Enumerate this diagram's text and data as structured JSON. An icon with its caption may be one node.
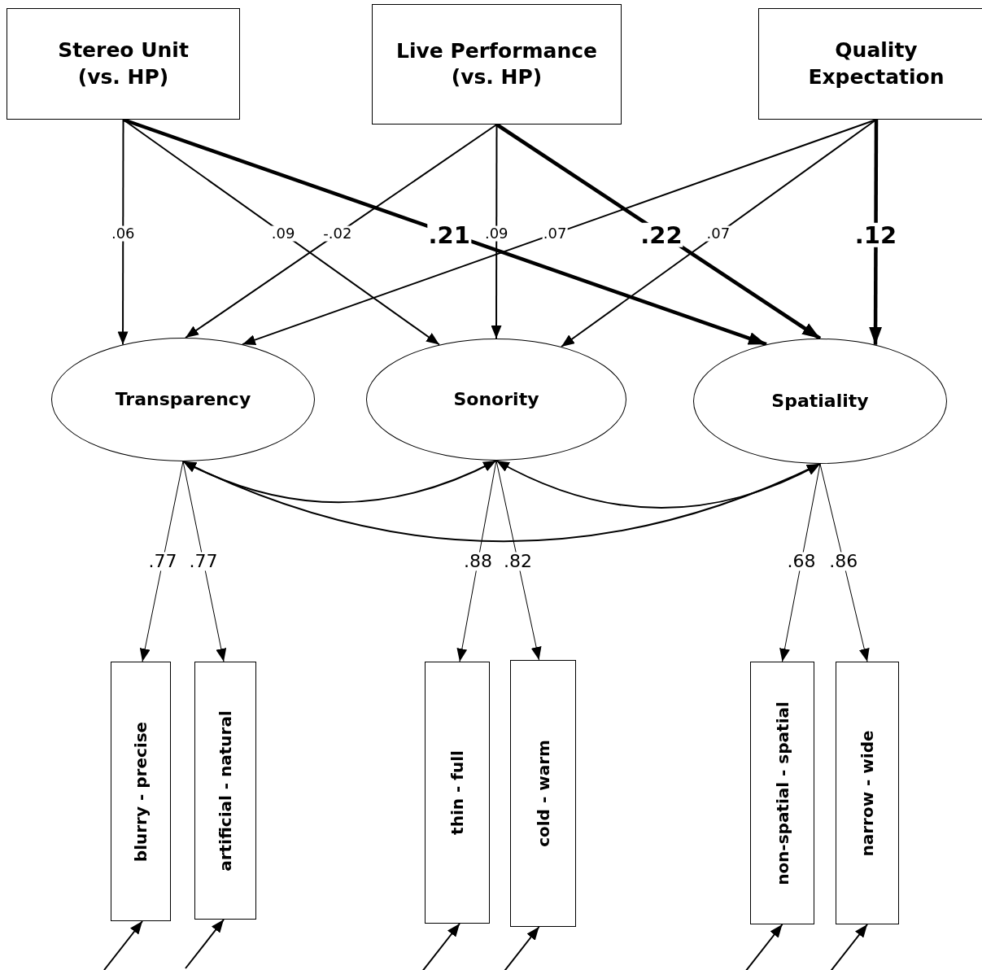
{
  "diagram": {
    "nodes": [
      {
        "text": [
          "Stereo Unit (vs. HP)"
        ]
      },
      {
        "text": [
          "Live Performance (vs. HP)"
        ]
      },
      {
        "text": [
          "Quality Expectation"
        ]
      },
      {
        "text": [
          "Transparency"
        ]
      },
      {
        "text": [
          "Sonority"
        ]
      },
      {
        "text": [
          "Spatiality"
        ]
      },
      {
        "text": [
          "blurry - precise"
        ]
      },
      {
        "text": [
          "artificial - natural"
        ]
      },
      {
        "text": [
          "thin - full"
        ]
      },
      {
        "text": [
          "cold - warm"
        ]
      },
      {
        "text": [
          "non-spatial - spatial"
        ]
      },
      {
        "text": [
          "narrow - wide"
        ]
      }
    ],
    "edges": [
      {
        "from": 0,
        "to": 3,
        "arrow": "to",
        "label": ".06"
      },
      {
        "from": 0,
        "to": 4,
        "arrow": "to",
        "label": ".09"
      },
      {
        "from": 0,
        "to": 5,
        "arrow": "to",
        "label": ".21",
        "style": "thick"
      },
      {
        "from": 1,
        "to": 3,
        "arrow": "to",
        "label": "-.02"
      },
      {
        "from": 1,
        "to": 4,
        "arrow": "to",
        "label": ".09"
      },
      {
        "from": 1,
        "to": 5,
        "arrow": "to",
        "label": ".22",
        "style": "thick"
      },
      {
        "from": 2,
        "to": 3,
        "arrow": "to",
        "label": ".07"
      },
      {
        "from": 2,
        "to": 4,
        "arrow": "to",
        "label": ".07"
      },
      {
        "from": 2,
        "to": 5,
        "arrow": "to",
        "label": ".12",
        "style": "thick"
      },
      {
        "from": 3,
        "to": 4,
        "arrow": "both"
      },
      {
        "from": 4,
        "to": 5,
        "arrow": "both"
      },
      {
        "from": 3,
        "to": 5,
        "arrow": "both"
      },
      {
        "from": 3,
        "to": 6,
        "arrow": "to",
        "label": ".77"
      },
      {
        "from": 3,
        "to": 7,
        "arrow": "to",
        "label": ".77"
      },
      {
        "from": 4,
        "to": 8,
        "arrow": "to",
        "label": ".88"
      },
      {
        "from": 4,
        "to": 9,
        "arrow": "to",
        "label": ".82"
      },
      {
        "from": 5,
        "to": 10,
        "arrow": "to",
        "label": ".68"
      },
      {
        "from": 5,
        "to": 11,
        "arrow": "to",
        "label": ".86"
      },
      {
        "from": null,
        "to": 6,
        "arrow": "to"
      },
      {
        "from": null,
        "to": 7,
        "arrow": "to"
      },
      {
        "from": null,
        "to": 8,
        "arrow": "to"
      },
      {
        "from": null,
        "to": 9,
        "arrow": "to"
      },
      {
        "from": null,
        "to": 10,
        "arrow": "to"
      },
      {
        "from": null,
        "to": 11,
        "arrow": "to"
      }
    ]
  }
}
